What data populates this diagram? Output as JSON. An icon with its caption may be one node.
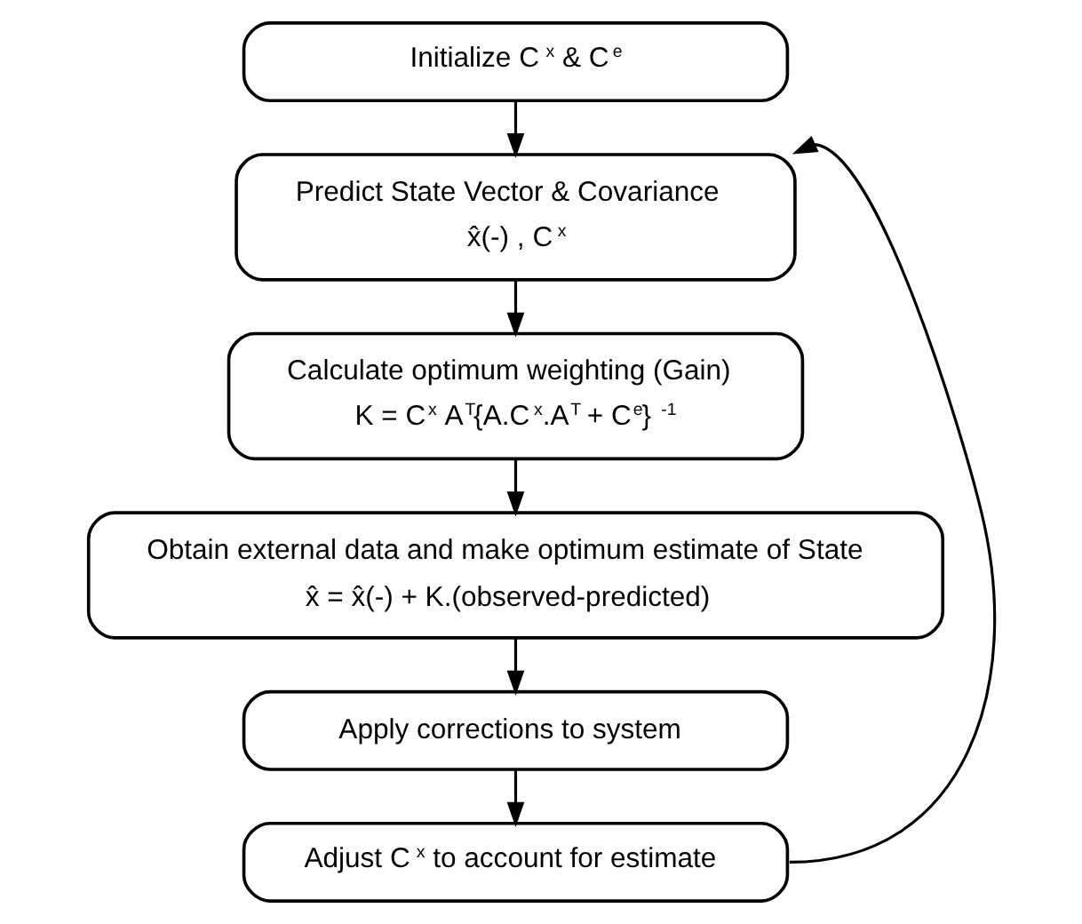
{
  "diagram": {
    "nodes": [
      {
        "text": [
          "Initialize C$^{x}$ & C$^{e}$"
        ]
      },
      {
        "text": [
          "Predict State Vector & Covariance",
          "x̂(-) , C$^{x}$"
        ]
      },
      {
        "text": [
          "Calculate optimum weighting (Gain)",
          "K = C$^{x}$ A$^{T}${A.C$^{x}$.A$^{T}$ + C$^{e}$} $^{-1}$"
        ]
      },
      {
        "text": [
          "Obtain external data and make optimum estimate of State",
          "x̂ = x̂(-) + K.(observed-predicted)"
        ]
      },
      {
        "text": [
          "Apply corrections to system"
        ]
      },
      {
        "text": [
          "Adjust C$^{x}$ to account for estimate"
        ]
      }
    ],
    "edges": [
      {
        "from": 0,
        "to": 1,
        "arrow": "to"
      },
      {
        "from": 1,
        "to": 2,
        "arrow": "to"
      },
      {
        "from": 2,
        "to": 3,
        "arrow": "to"
      },
      {
        "from": 3,
        "to": 4,
        "arrow": "to"
      },
      {
        "from": 4,
        "to": 5,
        "arrow": "to"
      },
      {
        "from": 5,
        "to": 1,
        "arrow": "to"
      }
    ]
  }
}
